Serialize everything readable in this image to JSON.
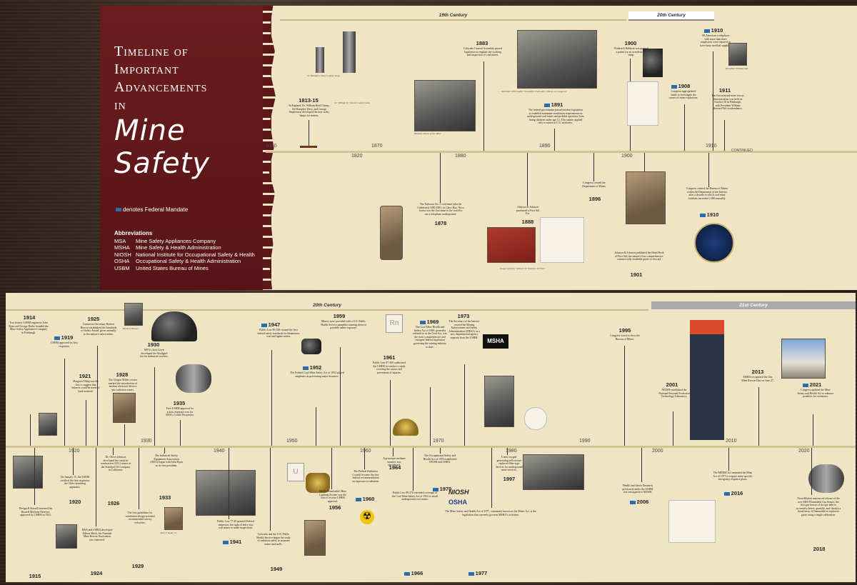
{
  "title": {
    "line1": "Timeline of",
    "line2": "Important",
    "line3": "Advancements",
    "line4": "in",
    "big": "Mine Safety"
  },
  "legend": {
    "federal_mandate": "denotes Federal Mandate"
  },
  "abbreviations": {
    "heading": "Abbreviations",
    "items": [
      {
        "abbr": "MSA",
        "full": "Mine Safety Appliances Company"
      },
      {
        "abbr": "MSHA",
        "full": "Mine Safety & Health Administration"
      },
      {
        "abbr": "NIOSH",
        "full": "National Institute for Occupational Safety & Health"
      },
      {
        "abbr": "OSHA",
        "full": "Occupational Safety & Health Administration"
      },
      {
        "abbr": "USBM",
        "full": "United States Bureau of Mines"
      }
    ]
  },
  "top": {
    "centuries": [
      "19th Century",
      "20th Century"
    ],
    "ticks": [
      "1810",
      "1820",
      "1870",
      "1880",
      "1890",
      "1900",
      "1910"
    ],
    "continued": "CONTINUED",
    "events": [
      {
        "year": "1813-15",
        "text": "In England, Dr. William Reid Clanny, Sir Humphry Davy, and George Stephenson developed the first safety lamps for miners."
      },
      {
        "year": "1883",
        "text": "Colorado General Assembly passed legislation to regulate the working and inspection of coal mines."
      },
      {
        "year": "1878",
        "text": "The Eriksson No. 2 coal mine (aka the Caledonia) 1880 1981, in Glace Bay, Nova Scotia was the first mine in the world to use a telephone underground."
      },
      {
        "year": "1891",
        "text": "The federal government passed modest legislation to establish minimum ventilation requirements in underground coal mines and prohibit operators from hiring children under age 12. This statute applied only to mines in U.S. territories."
      },
      {
        "year": "1888",
        "text": "Johnson & Johnson purchased a First Aid Kit."
      },
      {
        "year": "1896",
        "text": "Congress created the Department of Mines."
      },
      {
        "year": "1900",
        "text": "Frederick Baldwin was granted a patent for an acetylene gas lamp."
      },
      {
        "year": "1901",
        "text": "Johnson & Johnson published the Hand Book of First Aid, the nation's first comprehensive, commercially available guide to first aid."
      },
      {
        "year": "1908",
        "text": "Congress appropriated funds to investigate the causes of mine explosions."
      },
      {
        "year": "1910",
        "text": "Congress created the Bureau of Mines within the Department of the Interior after a decade in which coal mine fatalities exceeded 2,000 annually."
      },
      {
        "year": "1910",
        "text": "All American workplaces with more than three employees were required to have basic medical supplies."
      },
      {
        "year": "1911",
        "text": "The first national mine rescue demonstration was held on October 30 in Pittsburgh, with President William Howard Taft in attendance."
      }
    ]
  },
  "bottom": {
    "centuries": [
      "20th Century",
      "21st Century"
    ],
    "ticks": [
      "1920",
      "1930",
      "1940",
      "1950",
      "1960",
      "1970",
      "1980",
      "1990",
      "2000",
      "2010",
      "2020"
    ],
    "events_above": [
      {
        "year": "1914",
        "text": "Two former USBM engineers John Ryan and George Deike founded the Mine Safety Appliances Company in Pittsburgh."
      },
      {
        "year": "1919",
        "text": "USBM approved its first respirator."
      },
      {
        "year": "1921",
        "text": "Margaret Uhlig was the first to suggest that helmets could be made of hard material."
      },
      {
        "year": "1925",
        "text": "Commerce Secretary Herbert Hoover established the Standards of Safety Award, given annually to the nation's safest mines."
      },
      {
        "year": "1928",
        "text": "The Oregon Miller creator marked the introduction of modern electrical devices into radiation mines."
      },
      {
        "year": "1930",
        "text": "MSA's Jack Lewis developed the Skullgard hat for industrial workers."
      },
      {
        "year": "1935",
        "text": "First USBM approval for a dust respirator was for MSA's Comfo Respirator."
      },
      {
        "year": "1947",
        "text": "Public Law 80-328 created the first federal safety standards for bituminous coal and lignite mines."
      },
      {
        "year": "1952",
        "text": "The Federal Coal Mine Safety Act of 1952 placed emphasis on preventing major disasters."
      },
      {
        "year": "1959",
        "text": "Miners were provided with a U.S. Public Health Service pamphlet warning them of possible radon exposure."
      },
      {
        "year": "1961",
        "text": "Public Law 87-300 authorized the USBM to conduct a study covering the causes and prevention of injuries."
      },
      {
        "year": "1969",
        "text": "The Coal Mine Health and Safety Act of 1969, generally referred to as the Coal Act, was the most comprehensive and stringent federal legislation governing the mining industry to date."
      },
      {
        "year": "1973",
        "text": "The Secretary of the Interior created the Mining Enforcement and Safety Administration (MESA) as a new departmental agency separate from the USBM."
      },
      {
        "year": "1995",
        "text": "Congress voted to close the Bureau of Mines."
      },
      {
        "year": "2001",
        "text": "NIOSH established the National Personal Protective Technology Laboratory."
      },
      {
        "year": "2013",
        "text": "MSHA recognized the first Mine Rescue Day on June 27."
      },
      {
        "year": "2021",
        "text": "Congress updated the Mine Safety and Health Act to enhance penalties for violations."
      }
    ],
    "events_below": [
      {
        "year": "1915",
        "text": "Design & Russell invented the Russell Methane Detector, approved by USBM in 1921."
      },
      {
        "year": "1920",
        "text": "On January 15, the USBM certified the first respirator, the Gibbs breathing apparatus."
      },
      {
        "year": "1924",
        "text": "MSA and USBM developed Edison Mask; the National Mine Rescue Association was chartered."
      },
      {
        "year": "1926",
        "text": "Dr. Oliver Johnson developed the catalytic combustion (LEL) sensor at the Standard Oil Company in California."
      },
      {
        "year": "1929",
        "text": "The first guidelines for ventilation design included recommended airway velocities."
      },
      {
        "year": "1933",
        "text": "The Industrial Safety Equipment Association (ISEA) began with John Ryan as its first president."
      },
      {
        "year": "1941",
        "text": "Public Law 77-49 granted Federal inspectors the right of entry into coal mines to make inspections."
      },
      {
        "year": "1949",
        "text": "Colorado and the U.S. Public Health Service began the study of radiation safety in uranium mines and mills."
      },
      {
        "year": "1956",
        "text": "MSA's Permissible Mine Lighting System was the first to receive USBM approval."
      },
      {
        "year": "1960",
        "text": "The Federal Radiation Council became the first federal recommendation on exposure to radiation."
      },
      {
        "year": "1964",
        "text": "A prototype methane monitor was introduced."
      },
      {
        "year": "1966",
        "text": "Public Law 89-376 extended coverage of the Coal Mine Safety Act of 1952 to small underground coal mines."
      },
      {
        "year": "1970",
        "text": "The Occupational Safety and Health Act of 1970 established NIOSH and OSHA."
      },
      {
        "year": "1977",
        "text": "The Mine Safety and Health Act of 1977, commonly known as the Miner Act, is the legislation that currently governs MSHA's activities."
      },
      {
        "year": "1997",
        "text": "A new oxygen-generating self-rescuer replaced filter-type devices for underground mine services."
      },
      {
        "year": "2006",
        "text": "Health and Safety Research previously under the USBM was reassigned to NIOSH."
      },
      {
        "year": "2016",
        "text": "The MINER Act amended the Mine Act of 1977 to require mine-specific emergency response plans."
      },
      {
        "year": "2018",
        "text": "NeuroMotion announced release of the new MSS Flammable Gas Sensor, the first gas sensor of its type able to accurately detect, quantify, and classify a broad array of flammable or explosive gases using a single calibration."
      }
    ]
  },
  "captions": {
    "c1": "Sir Humphry Davy's safety lamp",
    "c2": "Dr. William R. Clanny's safety lamp",
    "c3": "Historic Photo of the Mine",
    "c4": "National Child Labor Committee collection, Library of Congress",
    "c5": "Image courtesy Johnson & Johnson Archives",
    "c6": "Herbert Hoover",
    "c7": "John F. Ryan, Sr.",
    "c8": "President William Taft"
  },
  "badges": {
    "rn": "Rn",
    "u": "U",
    "msha": "MSHA",
    "osha": "OSHA",
    "niosh": "NIOSH",
    "radio": "Radio"
  }
}
